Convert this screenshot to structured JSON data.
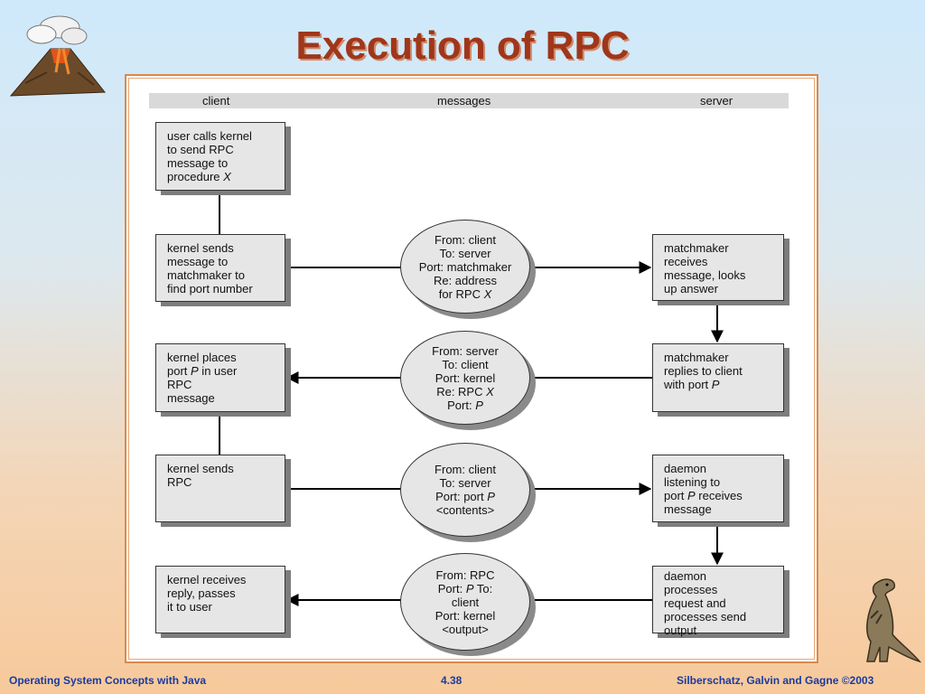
{
  "slide": {
    "title": "Execution of RPC",
    "footer_left": "Operating System Concepts with Java",
    "footer_center": "4.38",
    "footer_right": "Silberschatz, Galvin and Gagne ©2003"
  },
  "diagram": {
    "headers": {
      "client": "client",
      "messages": "messages",
      "server": "server"
    },
    "client_steps": [
      [
        "user calls kernel\nto send RPC\nmessage to\nprocedure ",
        "X",
        ""
      ],
      [
        "kernel sends\nmessage to\nmatchmaker to\nfind port number",
        "",
        ""
      ],
      [
        "kernel places\nport ",
        "P",
        " in user\nRPC\nmessage"
      ],
      [
        "kernel sends\nRPC",
        "",
        ""
      ],
      [
        "kernel receives\nreply, passes\n it to user",
        "",
        ""
      ]
    ],
    "messages": [
      [
        "From: client\nTo: server\nPort: matchmaker\nRe: address\n    for RPC ",
        "X",
        ""
      ],
      [
        "From: server\nTo: client\nPort: kernel\nRe: RPC ",
        "X",
        "\nPort: "
      ],
      [
        "From: client\nTo: server\nPort: port ",
        "P",
        "\n<contents>"
      ],
      [
        "From: RPC\nPort: ",
        "P",
        " To:\nclient\nPort: kernel\n<output>"
      ]
    ],
    "message_2_tail": "P",
    "server_steps": [
      [
        "matchmaker\nreceives\nmessage, looks\nup answer",
        "",
        ""
      ],
      [
        "matchmaker\nreplies to client\nwith port ",
        "P",
        ""
      ],
      [
        "daemon\nlistening to\nport ",
        "P",
        " receives\nmessage"
      ],
      [
        "daemon\nprocesses\nrequest and\nprocesses send\noutput",
        "",
        ""
      ]
    ]
  },
  "colors": {
    "title": "#a0361a",
    "footer": "#1a3aa0",
    "frame_border": "#d98a4a",
    "box_fill": "#e6e6e6",
    "shadow": "#7d7d7d"
  },
  "icons": {
    "top_left": "volcano-icon",
    "bottom_right": "dinosaur-icon"
  }
}
